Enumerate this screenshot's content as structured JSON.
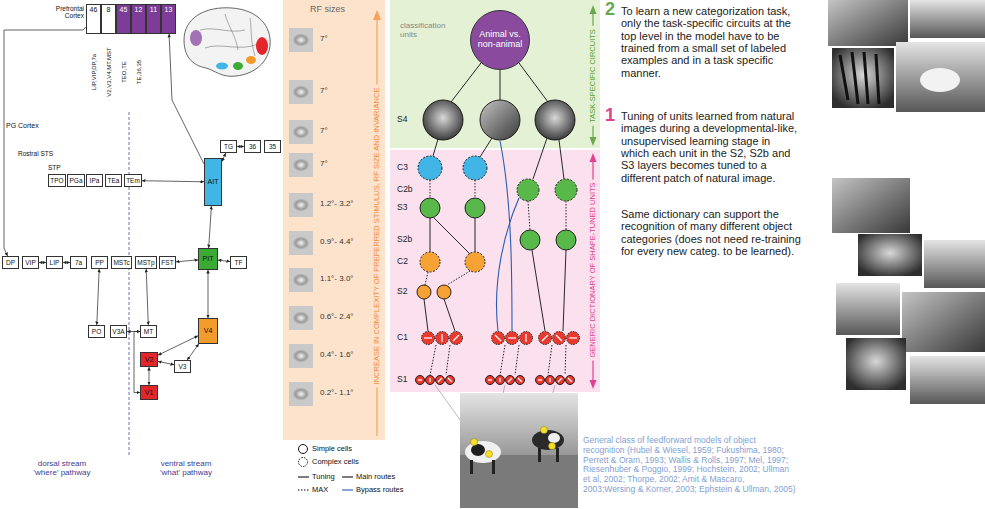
{
  "diagram": {
    "nodes": [
      {
        "text": [
          "46"
        ]
      },
      {
        "text": [
          "8"
        ]
      },
      {
        "text": [
          "45"
        ]
      },
      {
        "text": [
          "12"
        ]
      },
      {
        "text": [
          "11"
        ]
      },
      {
        "text": [
          "13"
        ]
      },
      {
        "text": [
          "TPO"
        ]
      },
      {
        "text": [
          "PGa"
        ]
      },
      {
        "text": [
          "IPa"
        ]
      },
      {
        "text": [
          "TEa"
        ]
      },
      {
        "text": [
          "TEm"
        ]
      },
      {
        "text": [
          "TG"
        ]
      },
      {
        "text": [
          "36"
        ]
      },
      {
        "text": [
          "35"
        ]
      },
      {
        "text": [
          "AIT"
        ]
      },
      {
        "text": [
          "DP"
        ]
      },
      {
        "text": [
          "VIP"
        ]
      },
      {
        "text": [
          "LIP"
        ]
      },
      {
        "text": [
          "7a"
        ]
      },
      {
        "text": [
          "PP"
        ]
      },
      {
        "text": [
          "MSTc"
        ]
      },
      {
        "text": [
          "MSTp"
        ]
      },
      {
        "text": [
          "FST"
        ]
      },
      {
        "text": [
          "PIT"
        ]
      },
      {
        "text": [
          "TF"
        ]
      },
      {
        "text": [
          "PO"
        ]
      },
      {
        "text": [
          "V3A"
        ]
      },
      {
        "text": [
          "MT"
        ]
      },
      {
        "text": [
          "V4"
        ]
      },
      {
        "text": [
          "V2"
        ]
      },
      {
        "text": [
          "V3"
        ]
      },
      {
        "text": [
          "V1"
        ]
      },
      {
        "text": [
          "Animal vs. non-animal"
        ]
      }
    ],
    "edges": [
      {
        "from": 31,
        "to": 29,
        "arrow": "both"
      },
      {
        "from": 29,
        "to": 30,
        "arrow": "both"
      },
      {
        "from": 29,
        "to": 28,
        "arrow": "both"
      },
      {
        "from": 30,
        "to": 28,
        "arrow": "both"
      },
      {
        "from": 31,
        "to": 27,
        "arrow": "both"
      },
      {
        "from": 28,
        "to": 23,
        "arrow": "both"
      },
      {
        "from": 23,
        "to": 14,
        "arrow": "both"
      },
      {
        "from": 14,
        "to": 11,
        "arrow": "both"
      },
      {
        "from": 11,
        "to": 12,
        "arrow": "both"
      },
      {
        "from": 23,
        "to": 24,
        "arrow": "both"
      },
      {
        "from": 27,
        "to": 21,
        "arrow": "both"
      },
      {
        "from": 27,
        "to": 26,
        "arrow": "both"
      },
      {
        "from": 22,
        "to": 23,
        "arrow": "both"
      },
      {
        "from": 14,
        "to": 10,
        "arrow": "both"
      },
      {
        "from": 16,
        "to": 17,
        "arrow": "both"
      },
      {
        "from": 17,
        "to": 18,
        "arrow": "both"
      },
      {
        "from": 25,
        "to": 19,
        "arrow": "both"
      },
      {
        "from": 14,
        "to": 5,
        "arrow": "to"
      },
      {
        "from": 0,
        "to": 15,
        "arrow": "to"
      }
    ],
    "labels": [
      "Prefrontal Cortex",
      "LIP,VIP,DP,7a",
      "V2,V3,V4,MT,MST",
      "TEO,TE",
      "TE,36,35",
      "PG Cortex",
      "Rostral STS",
      "STP",
      "dorsal stream 'where' pathway",
      "ventral stream 'what' pathway",
      "RF sizes",
      "7°",
      "7°",
      "7°",
      "7°",
      "1.2°- 3.2°",
      "0.9°- 4.4°",
      "1.1°- 3.0°",
      "0.6°- 2.4°",
      "0.4°- 1.6°",
      "0.2°- 1.1°",
      "INCREASE IN COMPLEXITY OF PREFERRED STIMULUS, RF SIZE AND INVARIANCE",
      "classification units",
      "TASK-SPECIFIC CIRCUITS",
      "GENERIC DICTIONARY OF SHAPE-TUNED UNITS",
      "S4",
      "C3",
      "C2b",
      "S3",
      "S2b",
      "C2",
      "S2",
      "C1",
      "S1",
      "2",
      "To learn a new categorization task, only the task-specific circuits at the top level in the model have to be trained from a small set of labeled examples and in a task specific manner.",
      "1",
      "Tuning of units learned from natural images during a developmental-like, unsupervised learning stage in which each unit in the S2, S2b and S3 layers becomes tuned to a different patch of natural image.",
      "Same dictionary can support the recognition of many different object categories (does not need re-training for every new categ. to be learned).",
      "General class of feedforward models of object recognition (Hubel & Wiesel, 1959; Fukushima, 1980; Perrett & Oram, 1993; Wallis & Rolls, 1997; Mel, 1997; Riesenhuber & Poggio, 1999; Hochstein, 2002; Ullman et al, 2002; Thorpe, 2002; Amit & Mascaro, 2003;Wersing & Korner, 2003; Ephstein & Ullman, 2005)"
    ],
    "legend": [
      {
        "text": "Simple cells"
      },
      {
        "text": "Complex cells"
      },
      {
        "text": "Tuning"
      },
      {
        "text": "Main routes"
      },
      {
        "text": "MAX"
      },
      {
        "text": "Bypass routes"
      }
    ]
  }
}
